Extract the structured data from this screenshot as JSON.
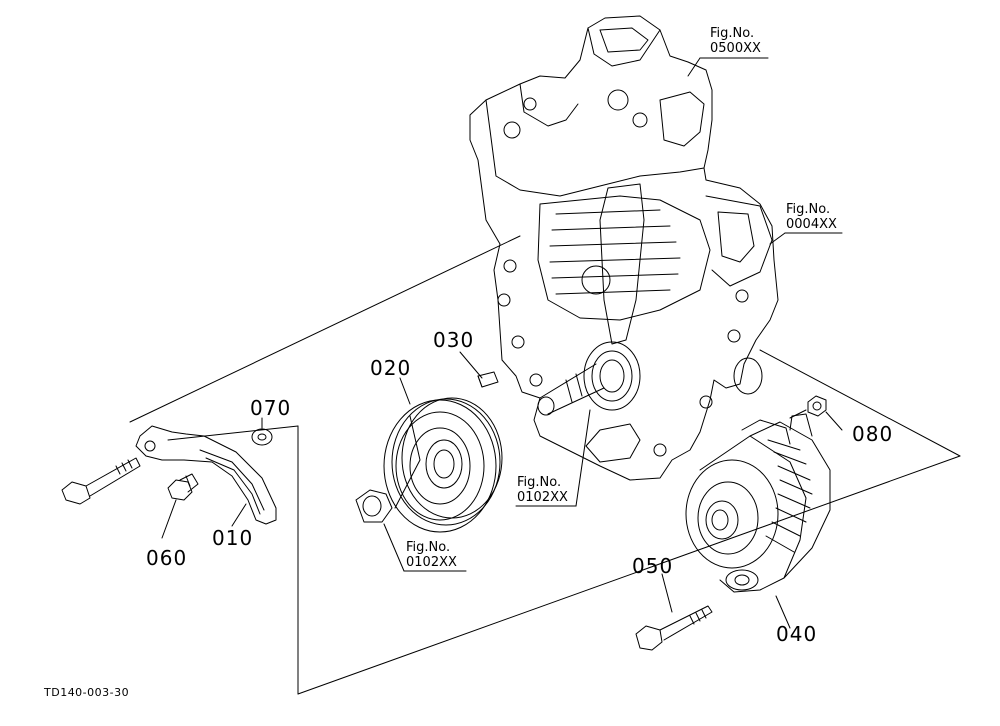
{
  "parts": [
    {
      "id": "p010",
      "label": "010"
    },
    {
      "id": "p020",
      "label": "020"
    },
    {
      "id": "p030",
      "label": "030"
    },
    {
      "id": "p040",
      "label": "040"
    },
    {
      "id": "p050",
      "label": "050"
    },
    {
      "id": "p060",
      "label": "060"
    },
    {
      "id": "p070",
      "label": "070"
    },
    {
      "id": "p080",
      "label": "080"
    }
  ],
  "figure_refs": [
    {
      "title": "Fig.No.",
      "code": "0500XX"
    },
    {
      "title": "Fig.No.",
      "code": "0004XX"
    },
    {
      "title": "Fig.No.",
      "code": "0102XX"
    },
    {
      "title": "Fig.No.",
      "code": "0102XX"
    }
  ],
  "diagram_id": "TD140-003-30"
}
